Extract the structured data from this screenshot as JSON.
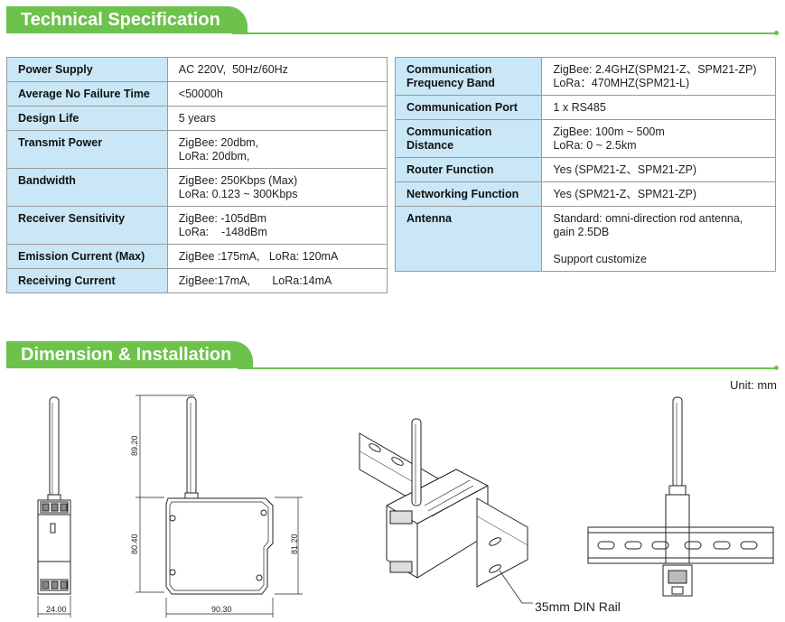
{
  "sections": {
    "spec_title": "Technical Specification",
    "dim_title": "Dimension & Installation"
  },
  "left_table": [
    {
      "key": [
        "Power Supply"
      ],
      "val": [
        "AC 220V,  50Hz/60Hz"
      ]
    },
    {
      "key": [
        "Average No Failure Time"
      ],
      "val": [
        "<50000h"
      ]
    },
    {
      "key": [
        "Design Life"
      ],
      "val": [
        "5 years"
      ]
    },
    {
      "key": [
        "Transmit Power"
      ],
      "val": [
        "ZigBee: 20dbm,",
        "LoRa: 20dbm,"
      ]
    },
    {
      "key": [
        "Bandwidth"
      ],
      "val": [
        "ZigBee: 250Kbps (Max)",
        "LoRa: 0.123 ~ 300Kbps"
      ]
    },
    {
      "key": [
        "Receiver Sensitivity"
      ],
      "val": [
        "ZigBee: -105dBm",
        "LoRa:    -148dBm"
      ]
    },
    {
      "key": [
        "Emission Current (Max)"
      ],
      "val": [
        "ZigBee :175mA,   LoRa: 120mA"
      ]
    },
    {
      "key": [
        "Receiving Current"
      ],
      "val": [
        "ZigBee:17mA,       LoRa:14mA"
      ]
    }
  ],
  "right_table": [
    {
      "key": [
        "Communication",
        "Frequency Band"
      ],
      "val": [
        "ZigBee: 2.4GHZ(SPM21-Z、SPM21-ZP)",
        "LoRa：470MHZ(SPM21-L)"
      ]
    },
    {
      "key": [
        "Communication Port"
      ],
      "val": [
        "1 x RS485"
      ]
    },
    {
      "key": [
        "Communication",
        "Distance"
      ],
      "val": [
        "ZigBee: 100m ~ 500m",
        "LoRa: 0 ~ 2.5km"
      ]
    },
    {
      "key": [
        "Router Function"
      ],
      "val": [
        "Yes (SPM21-Z、SPM21-ZP)"
      ]
    },
    {
      "key": [
        "Networking Function"
      ],
      "val": [
        "Yes (SPM21-Z、SPM21-ZP)"
      ]
    },
    {
      "key": [
        "Antenna"
      ],
      "val": [
        "Standard: omni-direction rod antenna,",
        "gain 2.5DB",
        "",
        "Support customize"
      ]
    }
  ],
  "unit_label": "Unit: mm",
  "rail_label": "35mm DIN Rail",
  "dimensions": {
    "antenna_height": "89.20",
    "body_height_left": "80.40",
    "body_height_right": "81.20",
    "body_width": "90.30",
    "side_width": "24.00"
  },
  "colors": {
    "accent_green": "#6cc24a",
    "key_cell_blue": "#c9e7f7",
    "border_gray": "#9a9a9a"
  }
}
